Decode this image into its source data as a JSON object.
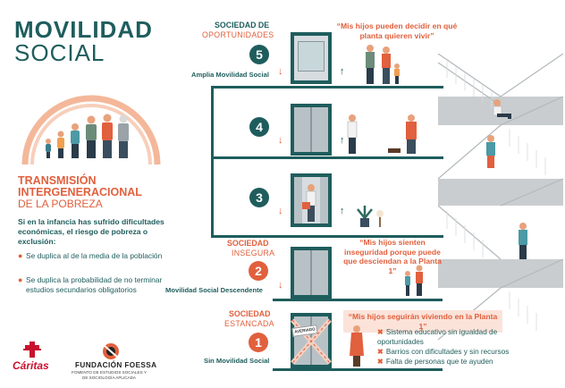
{
  "title": {
    "line1": "MOVILIDAD",
    "line2": "SOCIAL"
  },
  "transmision": {
    "line1": "TRANSMISIÓN",
    "line2": "INTERGENERACIONAL",
    "line3": "DE LA POBREZA",
    "intro": "Si en la infancia has sufrido dificultades económicas, el riesgo de pobreza o exclusión:",
    "bullets": [
      "Se duplica al de la media de la población",
      "Se duplica la probabilidad de no terminar estudios secundarios obligatorios"
    ]
  },
  "floors": {
    "f5": {
      "label1": "SOCIEDAD DE",
      "label2": "OPORTUNIDADES",
      "number": "5",
      "quote": "“Mis hijos pueden decidir en qué planta quieren vivir”",
      "mobility": "Amplia Movilidad Social"
    },
    "f4": {
      "number": "4"
    },
    "f3": {
      "number": "3"
    },
    "f2": {
      "label1": "SOCIEDAD",
      "label2": "INSEGURA",
      "number": "2",
      "quote": "“Mis hijos sienten inseguridad porque puede que desciendan a la Planta 1”",
      "mobility": "Movilidad Social Descendente"
    },
    "f1": {
      "label1": "SOCIEDAD",
      "label2": "ESTANCADA",
      "number": "1",
      "quote": "“Mis hijos seguirán viviendo en la Planta 1”",
      "mobility": "Sin Movilidad Social",
      "sign": "AVERIADO",
      "checks": [
        "Sistema educativo sin igualdad de oportunidades",
        "Barrios con dificultades y sin recursos",
        "Falta de personas que te ayuden"
      ]
    }
  },
  "logos": {
    "caritas": "Cáritas",
    "foessa_title": "FUNDACIÓN FOESSA",
    "foessa_sub": "FOMENTO DE ESTUDIOS SOCIALES Y DE SOCIOLOGÍA APLICADA"
  },
  "colors": {
    "teal": "#1f5d5d",
    "orange": "#e1603d",
    "stair_gray": "#c9cdcf",
    "caritas_red": "#c8102e"
  },
  "icons": [
    "arch-icon",
    "family-generations-icon",
    "elevator-icon",
    "staircase-icon",
    "arrow-up-icon",
    "arrow-down-icon",
    "x-mark-icon",
    "caritas-cross-icon",
    "foessa-logo-icon"
  ]
}
